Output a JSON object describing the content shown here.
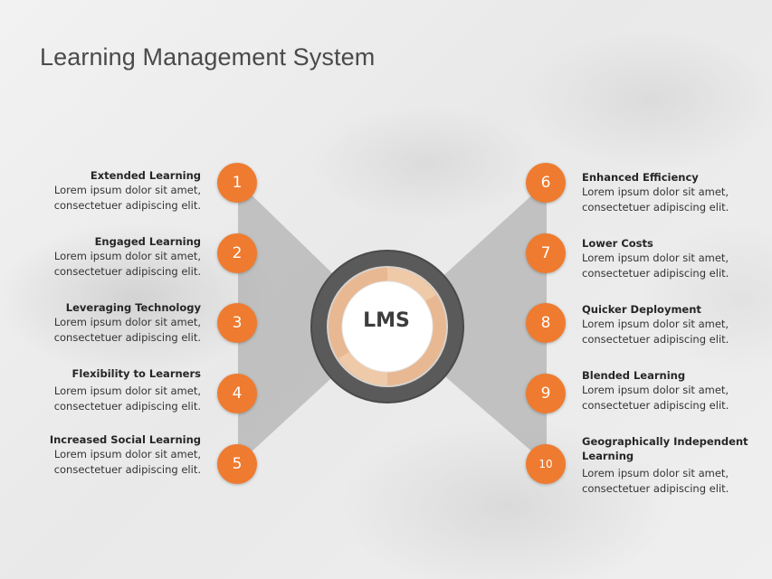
{
  "slide": {
    "title": "Learning Management System",
    "center_label": "LMS",
    "colors": {
      "accent_orange": "#ee7b2f",
      "ring_dark": "#595959",
      "ring_inner": "#e9b993",
      "funnel_gray": "#b3b3b3",
      "title_text": "#4a4a4a"
    }
  },
  "left_items": [
    {
      "number": "1",
      "heading": "Extended Learning",
      "line1": "Lorem ipsum dolor sit amet,",
      "line2": "consectetuer adipiscing elit."
    },
    {
      "number": "2",
      "heading": "Engaged Learning",
      "line1": "Lorem ipsum dolor sit amet,",
      "line2": "consectetuer adipiscing elit."
    },
    {
      "number": "3",
      "heading": "Leveraging Technology",
      "line1": "Lorem ipsum dolor sit amet,",
      "line2": "consectetuer adipiscing elit."
    },
    {
      "number": "4",
      "heading": "Flexibility to Learners",
      "line1": "Lorem ipsum dolor sit amet,",
      "line2": "consectetuer adipiscing elit."
    },
    {
      "number": "5",
      "heading": "Increased Social Learning",
      "line1": "Lorem ipsum dolor sit amet,",
      "line2": "consectetuer adipiscing elit."
    }
  ],
  "right_items": [
    {
      "number": "6",
      "heading": "Enhanced Efficiency",
      "line1": "Lorem ipsum dolor sit amet,",
      "line2": "consectetuer adipiscing elit."
    },
    {
      "number": "7",
      "heading": "Lower Costs",
      "line1": "Lorem ipsum dolor sit amet,",
      "line2": "consectetuer adipiscing elit."
    },
    {
      "number": "8",
      "heading": "Quicker Deployment",
      "line1": "Lorem ipsum dolor sit amet,",
      "line2": "consectetuer adipiscing elit."
    },
    {
      "number": "9",
      "heading": "Blended Learning",
      "line1": "Lorem ipsum dolor sit amet,",
      "line2": "consectetuer adipiscing elit."
    },
    {
      "number": "10",
      "heading": "Geographically Independent Learning",
      "line1": "Lorem ipsum dolor sit amet,",
      "line2": "consectetuer adipiscing elit."
    }
  ]
}
